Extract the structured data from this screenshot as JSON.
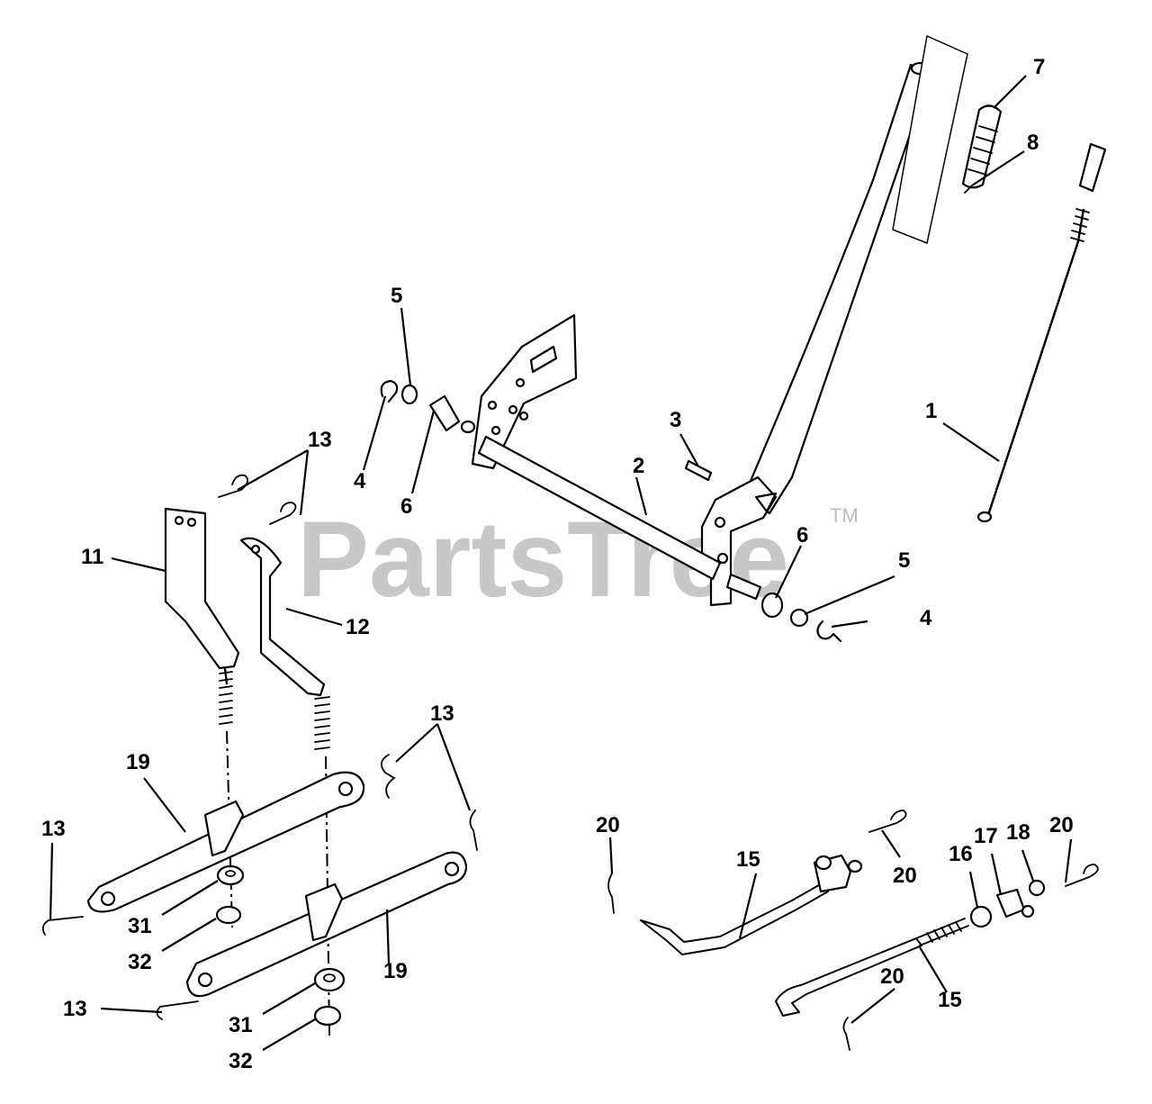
{
  "watermark": {
    "text": "PartsTree",
    "trademark": "TM"
  },
  "callouts": [
    {
      "id": "c1",
      "label": "1"
    },
    {
      "id": "c2",
      "label": "2"
    },
    {
      "id": "c3",
      "label": "3"
    },
    {
      "id": "c4a",
      "label": "4"
    },
    {
      "id": "c4b",
      "label": "4"
    },
    {
      "id": "c5a",
      "label": "5"
    },
    {
      "id": "c5b",
      "label": "5"
    },
    {
      "id": "c6a",
      "label": "6"
    },
    {
      "id": "c6b",
      "label": "6"
    },
    {
      "id": "c7",
      "label": "7"
    },
    {
      "id": "c8",
      "label": "8"
    },
    {
      "id": "c11",
      "label": "11"
    },
    {
      "id": "c12",
      "label": "12"
    },
    {
      "id": "c13a",
      "label": "13"
    },
    {
      "id": "c13b",
      "label": "13"
    },
    {
      "id": "c13c",
      "label": "13"
    },
    {
      "id": "c13d",
      "label": "13"
    },
    {
      "id": "c15a",
      "label": "15"
    },
    {
      "id": "c15b",
      "label": "15"
    },
    {
      "id": "c16",
      "label": "16"
    },
    {
      "id": "c17",
      "label": "17"
    },
    {
      "id": "c18",
      "label": "18"
    },
    {
      "id": "c19a",
      "label": "19"
    },
    {
      "id": "c19b",
      "label": "19"
    },
    {
      "id": "c20a",
      "label": "20"
    },
    {
      "id": "c20b",
      "label": "20"
    },
    {
      "id": "c20c",
      "label": "20"
    },
    {
      "id": "c20d",
      "label": "20"
    },
    {
      "id": "c31a",
      "label": "31"
    },
    {
      "id": "c31b",
      "label": "31"
    },
    {
      "id": "c32a",
      "label": "32"
    },
    {
      "id": "c32b",
      "label": "32"
    }
  ]
}
